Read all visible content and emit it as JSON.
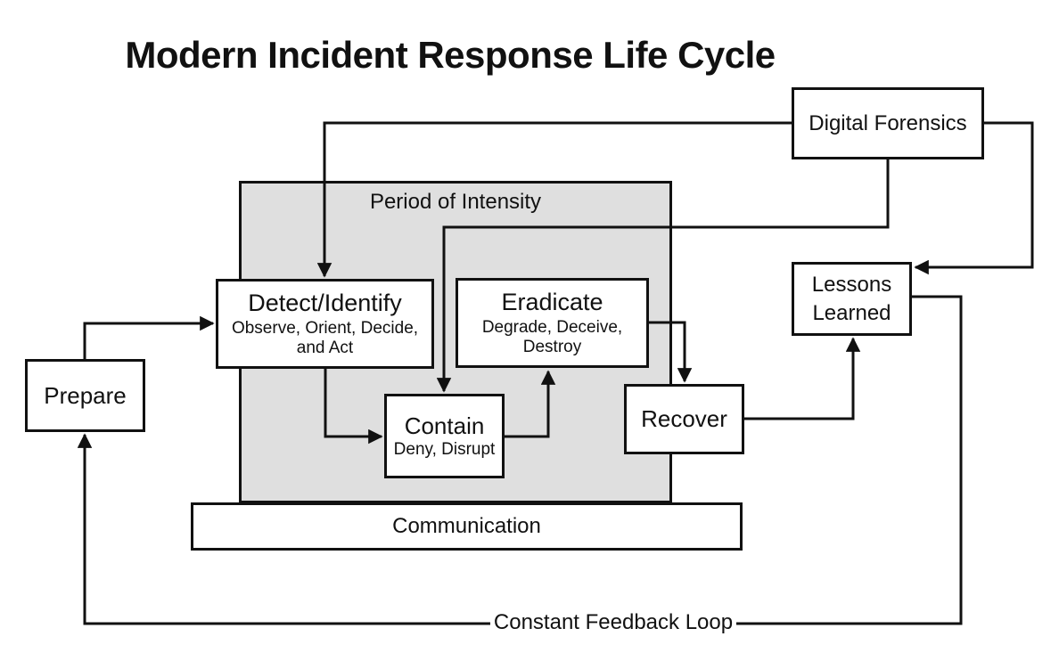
{
  "title": "Modern Incident Response Life Cycle",
  "nodes": {
    "prepare": {
      "label": "Prepare"
    },
    "detect": {
      "label": "Detect/Identify",
      "sublabel": "Observe, Orient, Decide, and Act"
    },
    "contain": {
      "label": "Contain",
      "sublabel": "Deny, Disrupt"
    },
    "eradicate": {
      "label": "Eradicate",
      "sublabel": "Degrade, Deceive, Destroy"
    },
    "recover": {
      "label": "Recover"
    },
    "lessons_learned": {
      "label": "Lessons Learned"
    },
    "digital_forensics": {
      "label": "Digital Forensics"
    },
    "period_of_intensity": {
      "label": "Period of Intensity"
    },
    "communication": {
      "label": "Communication"
    }
  },
  "annotations": {
    "feedback_loop_label": "Constant Feedback Loop"
  },
  "edges": [
    {
      "from": "prepare",
      "to": "detect"
    },
    {
      "from": "digital_forensics",
      "to": "detect"
    },
    {
      "from": "digital_forensics",
      "to": "contain"
    },
    {
      "from": "digital_forensics",
      "to": "lessons_learned"
    },
    {
      "from": "detect",
      "to": "contain"
    },
    {
      "from": "contain",
      "to": "eradicate"
    },
    {
      "from": "eradicate",
      "to": "recover"
    },
    {
      "from": "recover",
      "to": "lessons_learned"
    },
    {
      "from": "lessons_learned",
      "to": "prepare",
      "via": "constant feedback loop"
    }
  ],
  "colors": {
    "line": "#111111",
    "node_fill": "#ffffff",
    "intensity_fill": "#dfdfdf",
    "background": "#ffffff"
  }
}
